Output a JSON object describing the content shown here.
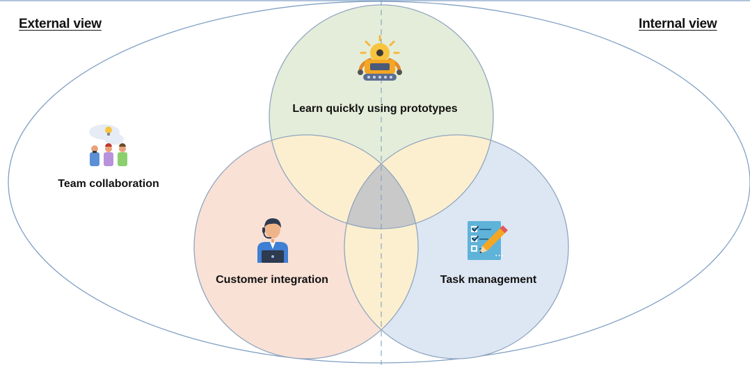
{
  "diagram": {
    "labels": {
      "external_view": "External view",
      "internal_view": "Internal view"
    },
    "circles": [
      {
        "id": "learn",
        "label": "Learn quickly using prototypes",
        "fill": "#e4edd9",
        "icon": "robot-prototype-icon"
      },
      {
        "id": "customer",
        "label": "Customer integration",
        "fill": "#f9e1d6",
        "icon": "customer-support-agent-icon"
      },
      {
        "id": "task",
        "label": "Task management",
        "fill": "#dde7f3",
        "icon": "checklist-pencil-icon"
      }
    ],
    "outside_item": {
      "label": "Team collaboration",
      "icon": "team-idea-icon"
    },
    "colors": {
      "outline": "#7f9fc3",
      "pairwise_overlap": "#fcefcf",
      "center_overlap": "#c9c9c9",
      "divider": "#7f9fc3"
    }
  }
}
